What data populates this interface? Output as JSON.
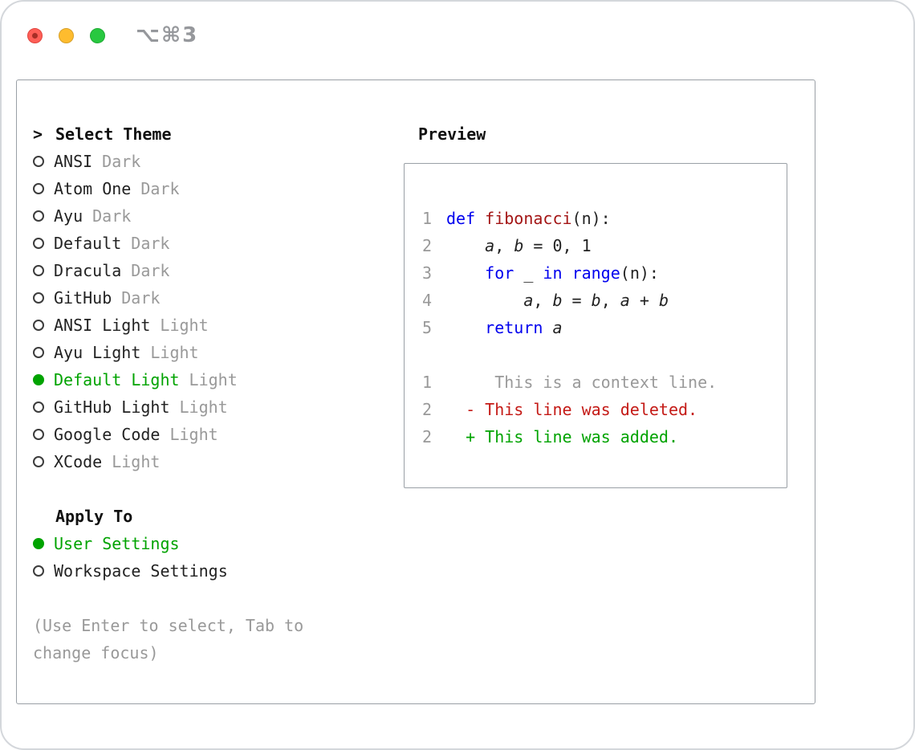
{
  "window": {
    "shortcut": "⌥⌘3"
  },
  "colors": {
    "accent_green": "#00a300",
    "keyword_blue": "#0000ee",
    "function_red": "#a31515",
    "deleted_red": "#c41a16",
    "added_green": "#00a300",
    "muted_gray": "#999999",
    "text_dark": "#222222"
  },
  "theme_picker": {
    "title_prefix": ">",
    "title": "Select Theme",
    "items": [
      {
        "name": "ANSI",
        "variant": "Dark",
        "selected": false
      },
      {
        "name": "Atom One",
        "variant": "Dark",
        "selected": false
      },
      {
        "name": "Ayu",
        "variant": "Dark",
        "selected": false
      },
      {
        "name": "Default",
        "variant": "Dark",
        "selected": false
      },
      {
        "name": "Dracula",
        "variant": "Dark",
        "selected": false
      },
      {
        "name": "GitHub",
        "variant": "Dark",
        "selected": false
      },
      {
        "name": "ANSI Light",
        "variant": "Light",
        "selected": false
      },
      {
        "name": "Ayu Light",
        "variant": "Light",
        "selected": false
      },
      {
        "name": "Default Light",
        "variant": "Light",
        "selected": true
      },
      {
        "name": "GitHub Light",
        "variant": "Light",
        "selected": false
      },
      {
        "name": "Google Code",
        "variant": "Light",
        "selected": false
      },
      {
        "name": "XCode",
        "variant": "Light",
        "selected": false
      }
    ],
    "apply_to": {
      "title": "Apply To",
      "options": [
        {
          "label": "User Settings",
          "selected": true
        },
        {
          "label": "Workspace Settings",
          "selected": false
        }
      ]
    },
    "hint": "(Use Enter to select, Tab to change focus)"
  },
  "preview": {
    "title": "Preview",
    "code_lines": [
      {
        "num": "1",
        "tokens": [
          {
            "t": "def",
            "s": "kw"
          },
          {
            "t": " ",
            "s": "p"
          },
          {
            "t": "fibonacci",
            "s": "fn"
          },
          {
            "t": "(n):",
            "s": "p"
          }
        ]
      },
      {
        "num": "2",
        "tokens": [
          {
            "t": "    ",
            "s": "p"
          },
          {
            "t": "a",
            "s": "var"
          },
          {
            "t": ", ",
            "s": "p"
          },
          {
            "t": "b",
            "s": "var"
          },
          {
            "t": " = 0, 1",
            "s": "p"
          }
        ]
      },
      {
        "num": "3",
        "tokens": [
          {
            "t": "    ",
            "s": "p"
          },
          {
            "t": "for",
            "s": "kw"
          },
          {
            "t": " _ ",
            "s": "p"
          },
          {
            "t": "in",
            "s": "kw"
          },
          {
            "t": " ",
            "s": "p"
          },
          {
            "t": "range",
            "s": "kw"
          },
          {
            "t": "(n):",
            "s": "p"
          }
        ]
      },
      {
        "num": "4",
        "tokens": [
          {
            "t": "        ",
            "s": "p"
          },
          {
            "t": "a",
            "s": "var"
          },
          {
            "t": ", ",
            "s": "p"
          },
          {
            "t": "b",
            "s": "var"
          },
          {
            "t": " = ",
            "s": "p"
          },
          {
            "t": "b",
            "s": "var"
          },
          {
            "t": ", ",
            "s": "p"
          },
          {
            "t": "a",
            "s": "var"
          },
          {
            "t": " + ",
            "s": "p"
          },
          {
            "t": "b",
            "s": "var"
          }
        ]
      },
      {
        "num": "5",
        "tokens": [
          {
            "t": "    ",
            "s": "p"
          },
          {
            "t": "return",
            "s": "kw"
          },
          {
            "t": " ",
            "s": "p"
          },
          {
            "t": "a",
            "s": "var"
          }
        ]
      }
    ],
    "diff_lines": [
      {
        "num": "1",
        "type": "context",
        "content": "     This is a context line."
      },
      {
        "num": "2",
        "type": "deleted",
        "content": "  - This line was deleted."
      },
      {
        "num": "2",
        "type": "added",
        "content": "  + This line was added."
      }
    ]
  }
}
